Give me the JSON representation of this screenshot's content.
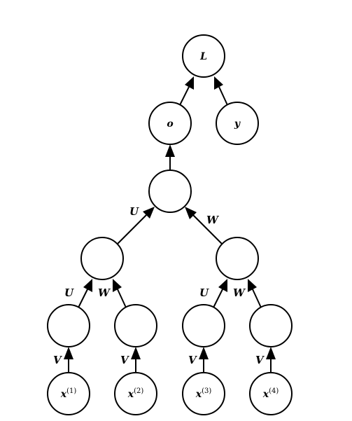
{
  "diagram": {
    "nodes": {
      "loss": "L",
      "output": "o",
      "target": "y",
      "x1": {
        "base": "x",
        "sup": "(1)"
      },
      "x2": {
        "base": "x",
        "sup": "(2)"
      },
      "x3": {
        "base": "x",
        "sup": "(3)"
      },
      "x4": {
        "base": "x",
        "sup": "(4)"
      }
    },
    "edge_labels": {
      "V": "V",
      "U": "U",
      "W": "W"
    }
  }
}
